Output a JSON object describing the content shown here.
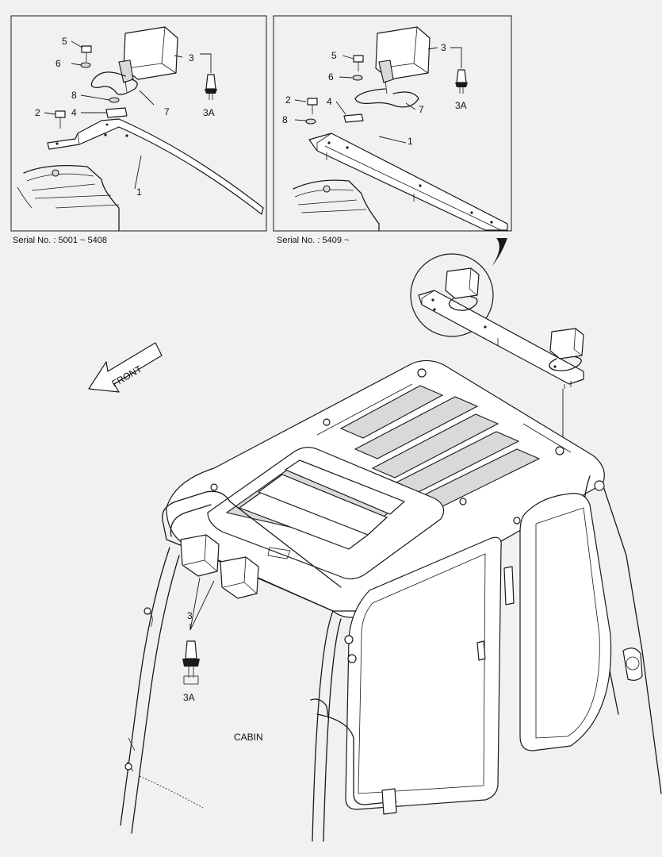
{
  "panels": {
    "left": {
      "serial": "Serial No. : 5001 ~ 5408",
      "callouts": {
        "c1": "1",
        "c2": "2",
        "c3": "3",
        "c3a": "3A",
        "c4": "4",
        "c5": "5",
        "c6": "6",
        "c7": "7",
        "c8": "8"
      }
    },
    "right": {
      "serial": "Serial No. : 5409 ~",
      "callouts": {
        "c1": "1",
        "c2": "2",
        "c3": "3",
        "c3a": "3A",
        "c4": "4",
        "c5": "5",
        "c6": "6",
        "c7": "7",
        "c8": "8"
      }
    }
  },
  "main": {
    "front_label": "FRONT",
    "cabin_label": "CABIN",
    "callout_3": "3",
    "callout_3a": "3A"
  }
}
